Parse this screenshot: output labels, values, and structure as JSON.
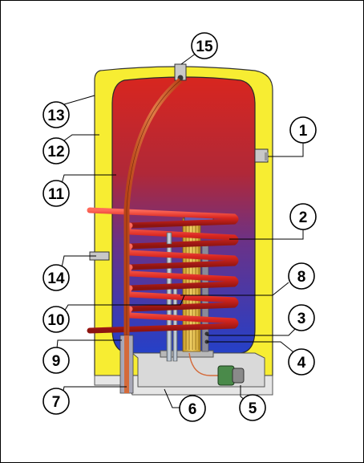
{
  "diagram": {
    "colors": {
      "insulation": "#f7ed32",
      "tank_hot": "#d8261f",
      "tank_cold": "#2c3cc8",
      "coil": "#d8261f",
      "base": "#e6e6e6",
      "outline": "#333333"
    },
    "callouts": [
      {
        "label": "1"
      },
      {
        "label": "2"
      },
      {
        "label": "3"
      },
      {
        "label": "4"
      },
      {
        "label": "5"
      },
      {
        "label": "6"
      },
      {
        "label": "7"
      },
      {
        "label": "8"
      },
      {
        "label": "9"
      },
      {
        "label": "10"
      },
      {
        "label": "11"
      },
      {
        "label": "12"
      },
      {
        "label": "13"
      },
      {
        "label": "14"
      },
      {
        "label": "15"
      }
    ]
  }
}
